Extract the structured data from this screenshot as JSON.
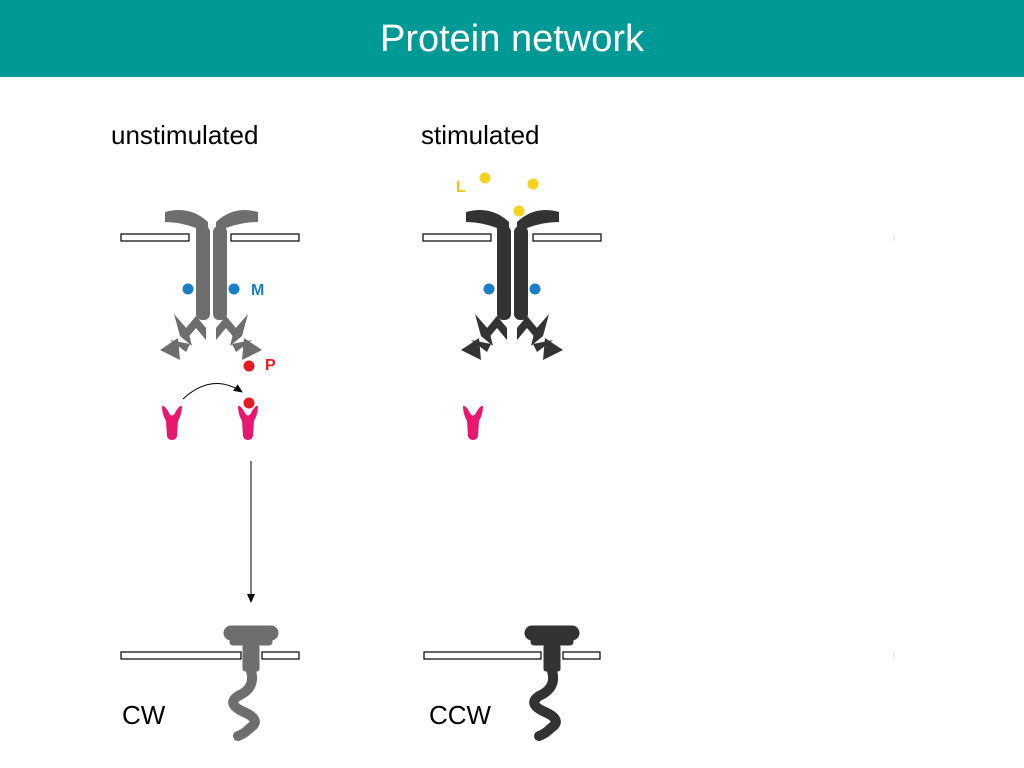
{
  "title": "Protein network",
  "panels": {
    "unstimulated": {
      "heading": "unstimulated",
      "marker_m": "M",
      "marker_p": "P",
      "motor_state": "CW"
    },
    "stimulated": {
      "heading": "stimulated",
      "marker_l": "L",
      "motor_state": "CCW"
    }
  },
  "colors": {
    "banner": "#009a96",
    "receptor_unstimulated": "#6e6e6e",
    "receptor_stimulated": "#333333",
    "methyl": "#1a7fc4",
    "phosphate": "#e31b23",
    "ligand": "#f5d21e",
    "response_regulator": "#e8176f"
  }
}
